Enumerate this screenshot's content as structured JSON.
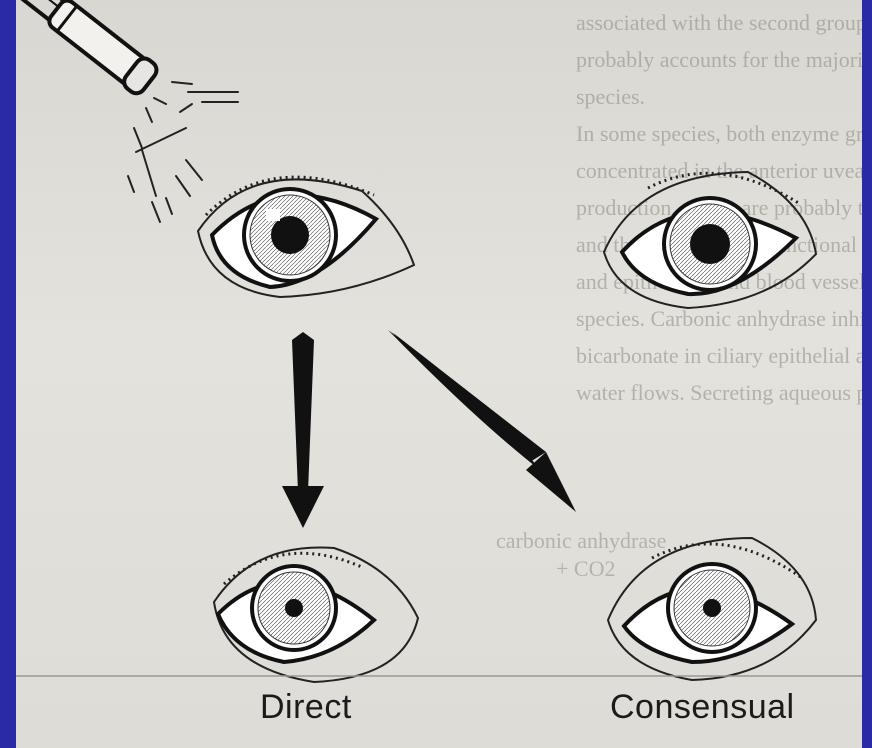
{
  "labels": {
    "direct": "Direct",
    "consensual": "Consensual"
  },
  "background_text": [
    "associated with the second group. The second",
    "probably accounts for the majority of activity",
    "species.",
    "In some species, both enzyme groups are highly",
    "concentrated in the anterior uvea, related to the",
    "production, which are probably the",
    "and the chemical and functional nature. Carbonic",
    "and epithelium, and blood vessels pass to the",
    "species. Carbonic anhydrase inhibitors cause decreased",
    "bicarbonate in ciliary epithelial and ocular and less",
    "water flows. Secreting aqueous production."
  ],
  "background_formula": [
    "carbonic anhydrase",
    "+ CO2"
  ],
  "colors": {
    "frame": "#2a2aa6",
    "paper": "#e0ded8",
    "ink": "#111111"
  },
  "icons": [
    "light-pen-icon",
    "arrow-down-icon",
    "arrow-diagonal-icon"
  ]
}
